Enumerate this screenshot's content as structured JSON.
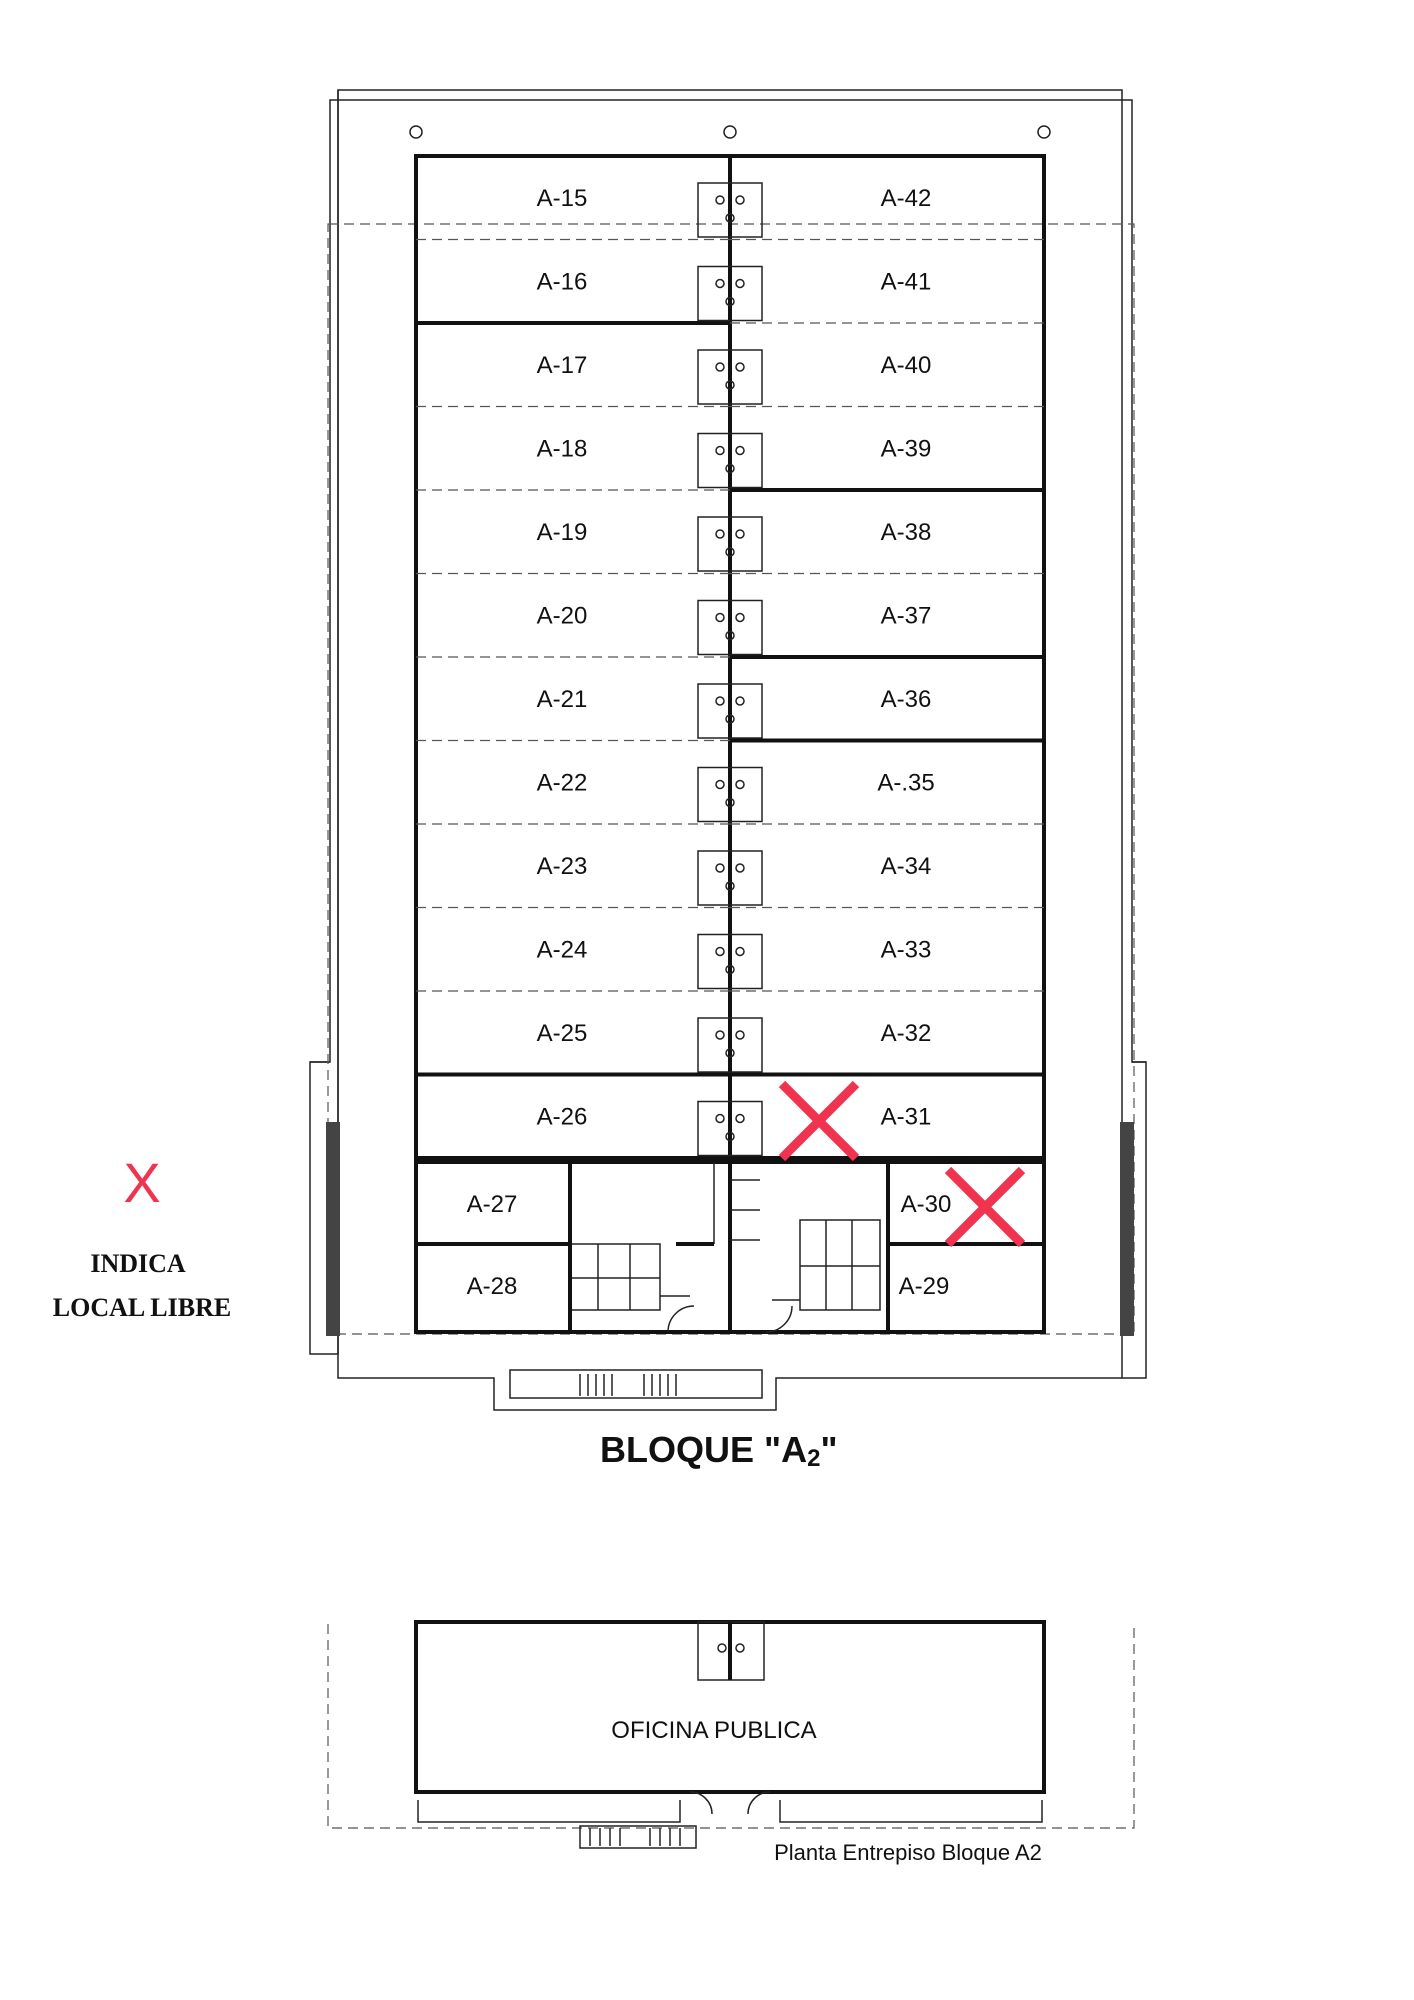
{
  "block_a2": {
    "left_rooms": [
      "A-15",
      "A-16",
      "A-17",
      "A-18",
      "A-19",
      "A-20",
      "A-21",
      "A-22",
      "A-23",
      "A-24",
      "A-25",
      "A-26"
    ],
    "right_rooms": [
      "A-42",
      "A-41",
      "A-40",
      "A-39",
      "A-38",
      "A-37",
      "A-36",
      "A-.35",
      "A-34",
      "A-33",
      "A-32",
      "A-31"
    ],
    "bottom_rooms": {
      "a27": "A-27",
      "a28": "A-28",
      "a30": "A-30",
      "a29": "A-29"
    },
    "title_main": "BLOQUE \"A",
    "title_sub": "2",
    "title_end": "\""
  },
  "free_marks": [
    "A-31",
    "A-30"
  ],
  "legend": {
    "symbol": "X",
    "line1": "INDICA",
    "line2": "LOCAL LIBRE"
  },
  "mezzanine": {
    "office_label": "OFICINA PUBLICA",
    "caption": "Planta Entrepiso Bloque A2"
  },
  "colors": {
    "mark": "#f0334f",
    "line": "#111111"
  }
}
